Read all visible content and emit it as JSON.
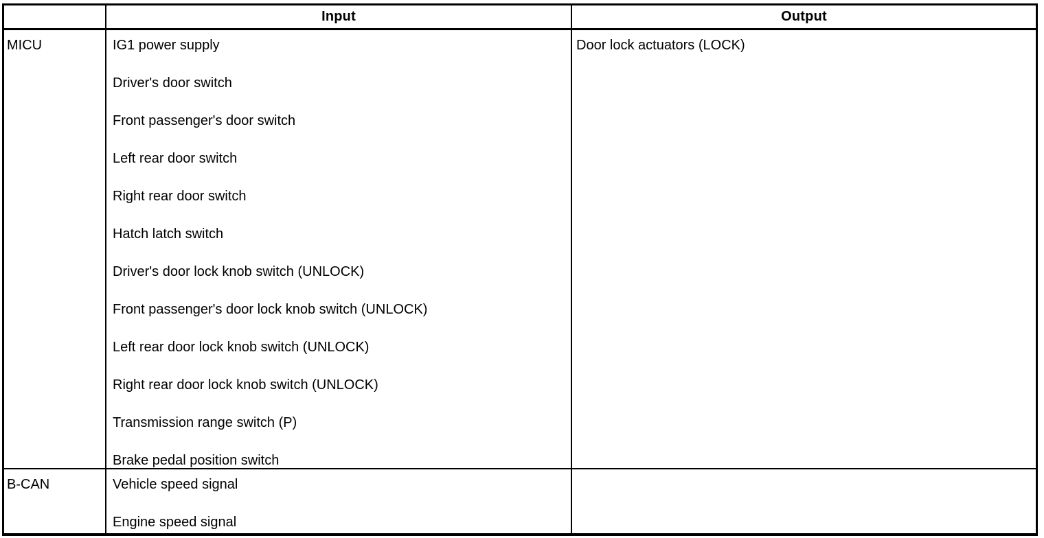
{
  "table": {
    "headers": {
      "system": "",
      "input": "Input",
      "output": "Output"
    },
    "rows": [
      {
        "system": "MICU",
        "inputs": [
          "IG1 power supply",
          "Driver's door switch",
          "Front passenger's door switch",
          "Left rear door switch",
          "Right rear door switch",
          "Hatch latch switch",
          "Driver's door lock knob switch (UNLOCK)",
          "Front passenger's door lock knob switch (UNLOCK)",
          "Left rear door lock knob switch (UNLOCK)",
          "Right rear door lock knob switch (UNLOCK)",
          "Transmission range switch (P)",
          "Brake pedal position switch"
        ],
        "outputs": [
          "Door lock actuators (LOCK)"
        ]
      },
      {
        "system": "B-CAN",
        "inputs": [
          "Vehicle speed signal",
          "Engine speed signal"
        ],
        "outputs": []
      }
    ]
  },
  "colors": {
    "border": "#000000",
    "text": "#000000",
    "background": "#ffffff"
  }
}
